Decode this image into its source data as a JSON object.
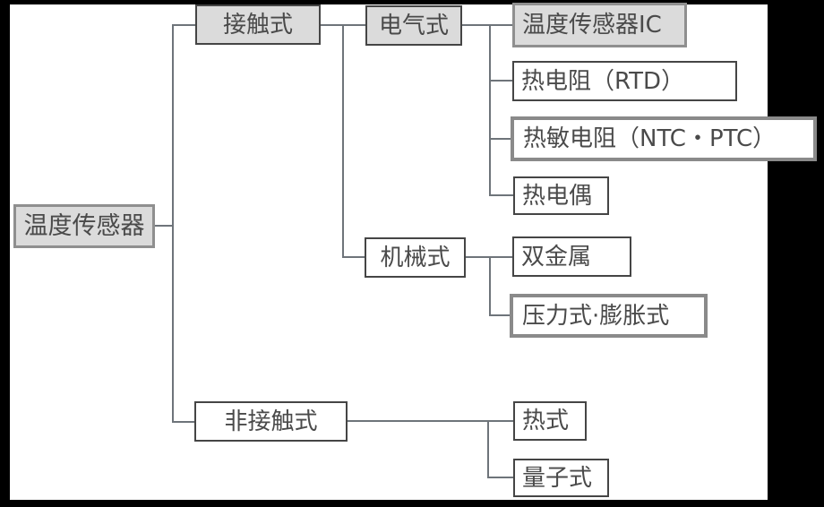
{
  "colors": {
    "canvas_bg": "#000000",
    "surface_bg": "#ffffff",
    "node_fill_gray": "#dbdbdb",
    "node_border_dark": "#454545",
    "node_border_gray": "#8a8a8a",
    "connector_line": "#6e747a",
    "text": "#4a4a4a"
  },
  "tree": {
    "root": {
      "label": "温度传感器"
    },
    "branches": [
      {
        "label": "接触式",
        "children": [
          {
            "label": "电气式",
            "children": [
              {
                "label": "温度传感器IC"
              },
              {
                "label": "热电阻（RTD）"
              },
              {
                "label": "热敏电阻（NTC・PTC）"
              },
              {
                "label": "热电偶"
              }
            ]
          },
          {
            "label": "机械式",
            "children": [
              {
                "label": "双金属"
              },
              {
                "label": "压力式·膨胀式"
              }
            ]
          }
        ]
      },
      {
        "label": "非接触式",
        "children": [
          {
            "label": "热式"
          },
          {
            "label": "量子式"
          }
        ]
      }
    ]
  }
}
